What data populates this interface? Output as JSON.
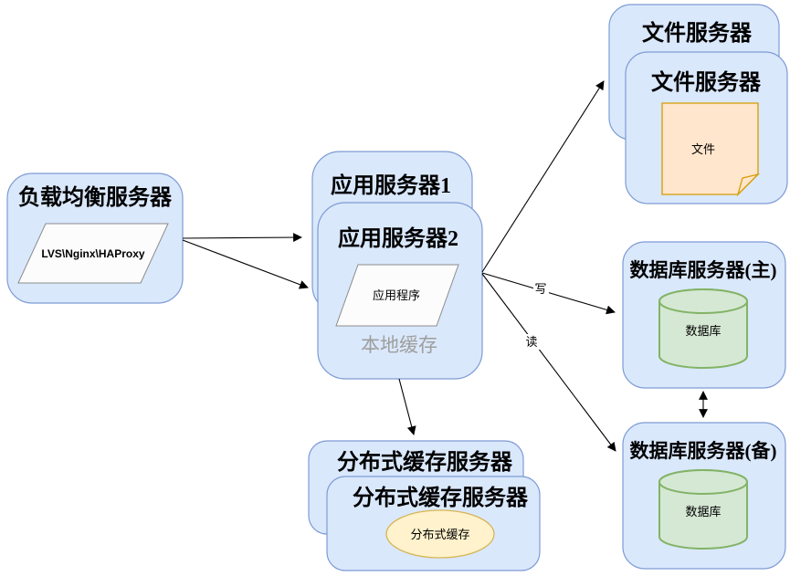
{
  "colors": {
    "node_fill": "#DAE8FC",
    "node_stroke": "#7D9BD4",
    "shape_fill": "#FCFCFC",
    "shape_stroke": "#8C8C8C",
    "db_fill": "#D5E8D4",
    "db_stroke": "#82B366",
    "note_fill": "#FFE6CC",
    "note_stroke": "#D79B00",
    "ellipse_fill": "#FFF2CC",
    "ellipse_stroke": "#D6B656",
    "muted_text": "#9E9E9E"
  },
  "nodes": {
    "load_balancer": {
      "title": "负载均衡服务器",
      "component": "LVS\\Nginx\\HAProxy"
    },
    "app_server_1": {
      "title": "应用服务器1"
    },
    "app_server_2": {
      "title": "应用服务器2",
      "component": "应用程序",
      "local_cache_label": "本地缓存"
    },
    "file_server_back": {
      "title": "文件服务器"
    },
    "file_server_front": {
      "title": "文件服务器",
      "component": "文件"
    },
    "db_primary": {
      "title": "数据库服务器(主)",
      "component": "数据库"
    },
    "db_backup": {
      "title": "数据库服务器(备)",
      "component": "数据库"
    },
    "cache_server_back": {
      "title": "分布式缓存服务器"
    },
    "cache_server_front": {
      "title": "分布式缓存服务器",
      "component": "分布式缓存"
    }
  },
  "edges": {
    "write_label": "写",
    "read_label": "读"
  }
}
